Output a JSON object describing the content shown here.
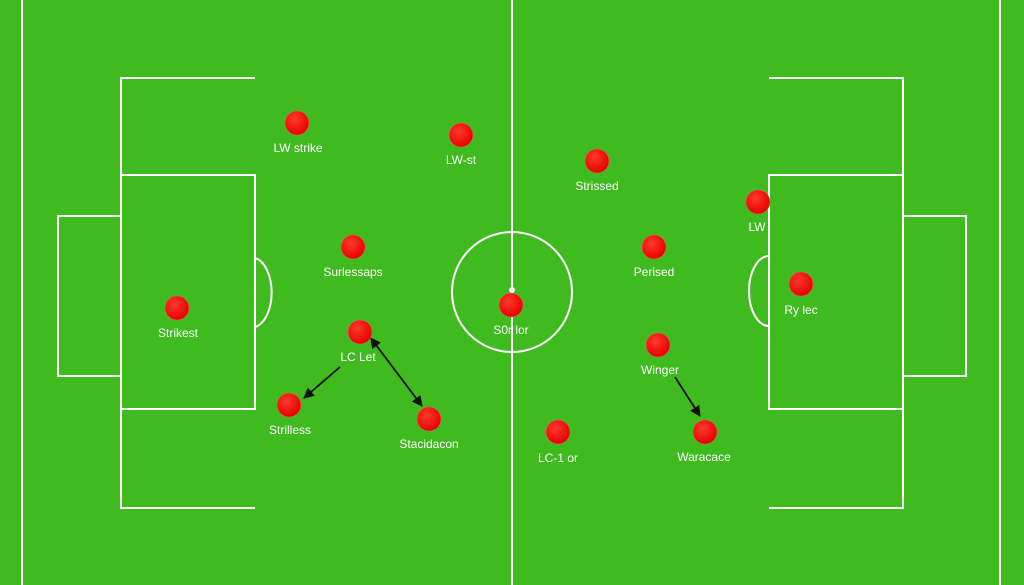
{
  "pitch": {
    "grass_color": "#3fba1f",
    "line_color": "#ffffff",
    "player_color": "#f80a0a",
    "arrow_color": "#111111"
  },
  "players": [
    {
      "id": "p1",
      "label": "LW strike"
    },
    {
      "id": "p2",
      "label": "LW-st"
    },
    {
      "id": "p3",
      "label": "Strissed"
    },
    {
      "id": "p4",
      "label": "LW"
    },
    {
      "id": "p5",
      "label": "Surlessaps"
    },
    {
      "id": "p6",
      "label": "Perised"
    },
    {
      "id": "p7",
      "label": "Ry lec"
    },
    {
      "id": "p8",
      "label": "Strikest"
    },
    {
      "id": "p9",
      "label": "S0r lor"
    },
    {
      "id": "p10",
      "label": "LC Let"
    },
    {
      "id": "p11",
      "label": "Winger"
    },
    {
      "id": "p12",
      "label": "Strilless"
    },
    {
      "id": "p13",
      "label": "Stacidacon"
    },
    {
      "id": "p14",
      "label": "LC-1 or"
    },
    {
      "id": "p15",
      "label": "Waracace"
    }
  ],
  "arrows": [
    {
      "id": "a1",
      "from": "p10",
      "to": "p12",
      "style": "single-head"
    },
    {
      "id": "a2",
      "from": "p10",
      "to": "p13",
      "style": "double-head"
    },
    {
      "id": "a3",
      "from": "p11",
      "to": "p15",
      "style": "single-head"
    }
  ]
}
